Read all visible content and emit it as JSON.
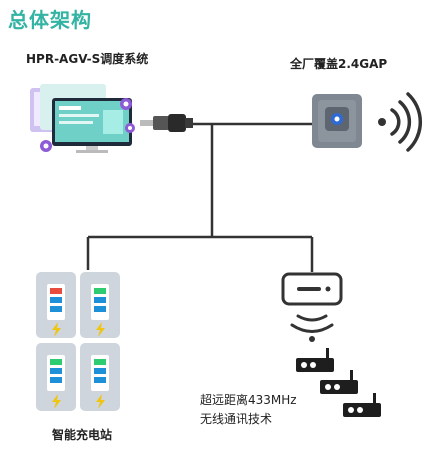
{
  "title": "总体架构",
  "nodes": {
    "system": {
      "label": "HPR-AGV-S调度系统"
    },
    "gap": {
      "label": "全厂覆盖2.4GAP"
    },
    "charging": {
      "label": "智能充电站"
    },
    "radio": {
      "label_line1": "超远距离433MHz",
      "label_line2": "无线通讯技术"
    }
  },
  "colors": {
    "accent": "#33b3a3",
    "line": "#333333",
    "battery_green": "#2ecc71",
    "battery_blue": "#1e90d8",
    "battery_red": "#e74c3c",
    "bolt": "#f1c40f",
    "purple": "#8e5bd6"
  }
}
